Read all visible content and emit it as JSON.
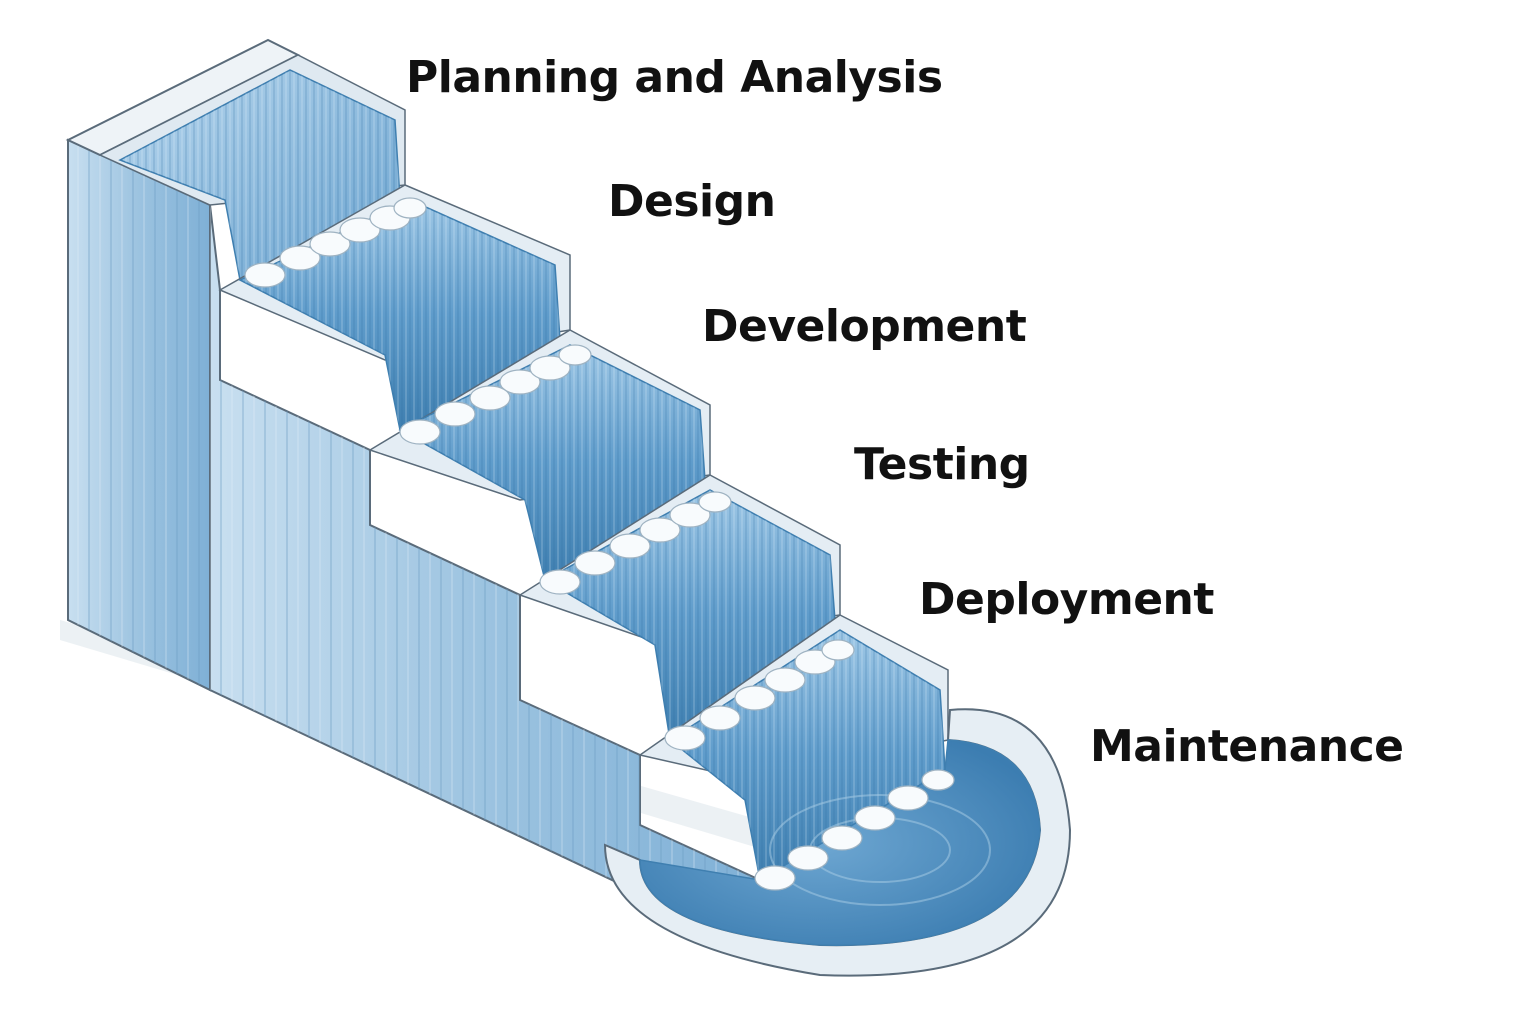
{
  "diagram": {
    "stages": [
      {
        "label": "Planning and Analysis"
      },
      {
        "label": "Design"
      },
      {
        "label": "Development"
      },
      {
        "label": "Testing"
      },
      {
        "label": "Deployment"
      },
      {
        "label": "Maintenance"
      }
    ]
  },
  "colors": {
    "water_light": "#a9cde6",
    "water_mid": "#6fa7d0",
    "water_dark": "#3f7fb0",
    "stone_light": "#eef3f7",
    "stone_mid": "#cfdde8",
    "wall_face": "#9cc3e0",
    "wall_dark": "#5e93bf",
    "foam": "#f8fbfd",
    "outline": "#5a6b7a",
    "label_text": "#111111"
  }
}
